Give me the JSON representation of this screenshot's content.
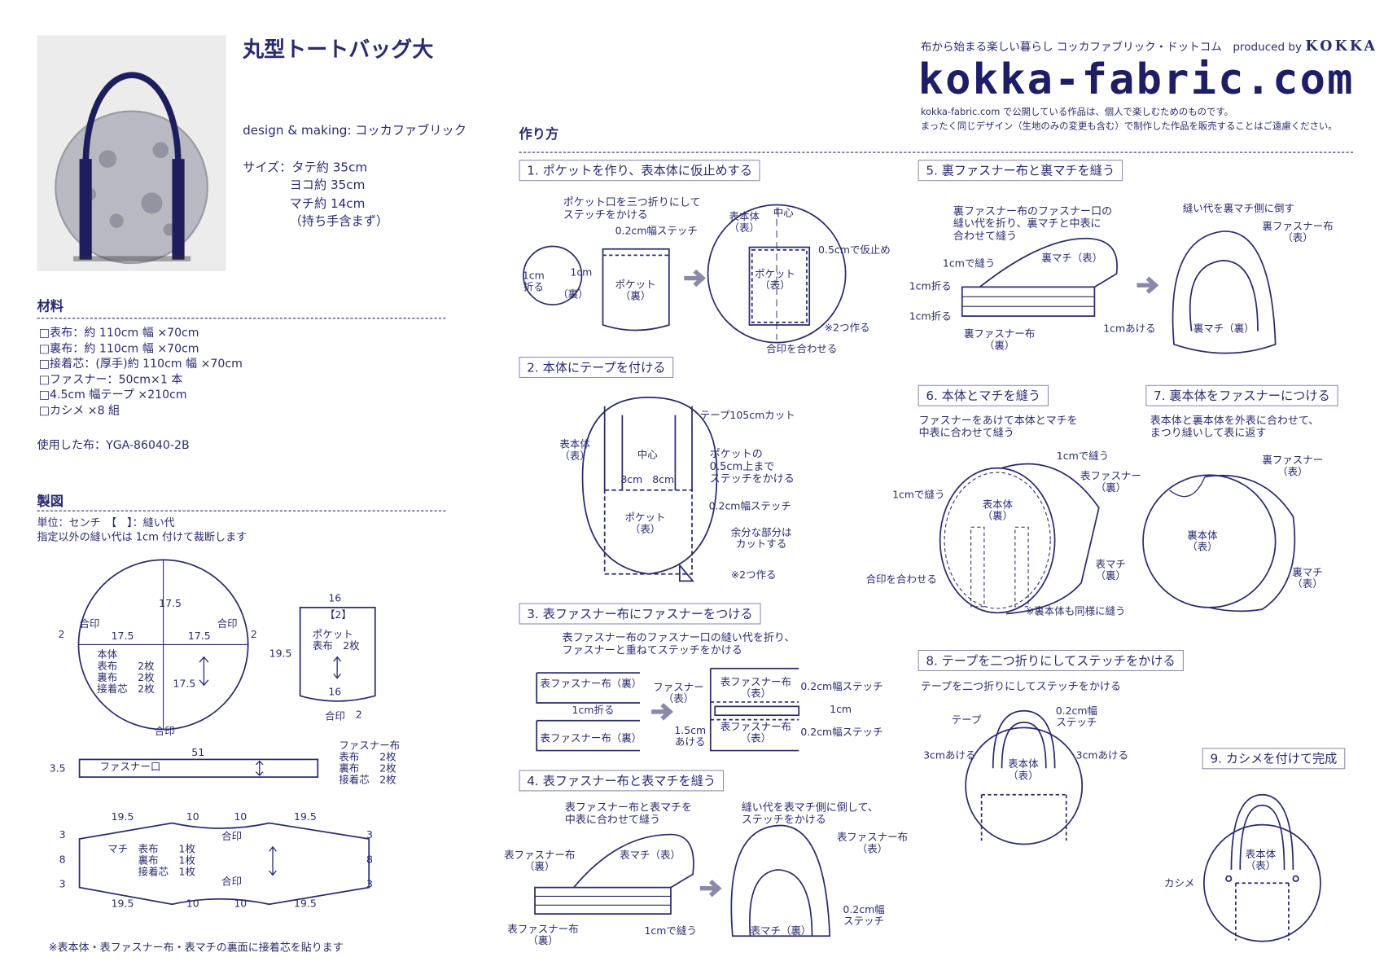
{
  "header": {
    "title": "丸型トートバッグ大",
    "design": "design & making: コッカファブリック",
    "size_lines": [
      "サイズ：タテ約 35cm",
      "ヨコ約 35cm",
      "マチ約 14cm",
      "（持ち手含まず）"
    ],
    "tagline": "布から始まる楽しい暮らし コッカファブリック・ドットコム　produced by",
    "brand": "KOKKA",
    "logo": "kokka-fabric.com",
    "notice": [
      "kokka-fabric.com で公開している作品は、個人で楽しむためのものです。",
      "まったく同じデザイン（生地のみの変更も含む）で制作した作品を販売することはご遠慮ください。"
    ]
  },
  "materials": {
    "heading": "材料",
    "items": [
      "□表布：約 110cm 幅 ×70cm",
      "□裏布：約 110cm 幅 ×70cm",
      "□接着芯：(厚手)約 110cm 幅 ×70cm",
      "□ファスナー：50cm×1 本",
      "□4.5cm 幅テープ ×210cm",
      "□カシメ ×8 組"
    ],
    "fabric_used": "使用した布：YGA-86040-2B"
  },
  "pattern": {
    "heading": "製図",
    "unit_note": "単位：センチ　【　】：縫い代",
    "allowance_note": "指定以外の縫い代は 1cm 付けて裁断します",
    "labels": [
      "17.5",
      "2",
      "合印",
      "17.5",
      "17.5",
      "合印",
      "2",
      "本体\n表布　　2枚\n裏布　　2枚\n接着芯　2枚",
      "17.5",
      "合印",
      "16",
      "【2】",
      "ポケット\n表布　2枚",
      "19.5",
      "16",
      "合印",
      "2",
      "51",
      "3.5",
      "ファスナー口",
      "ファスナー布\n表布　　2枚\n裏布　　2枚\n接着芯　2枚",
      "19.5",
      "10",
      "10",
      "19.5",
      "3",
      "3",
      "8",
      "8",
      "3",
      "3",
      "合印",
      "合印",
      "マチ　表布　　1枚\n　　　裏布　　1枚\n　　　接着芯　1枚",
      "19.5",
      "10",
      "10",
      "19.5"
    ],
    "footnote": "※表本体・表ファスナー布・表マチの裏面に接着芯を貼ります"
  },
  "instructions": {
    "heading": "作り方",
    "steps": [
      {
        "title": "1. ポケットを作り、表本体に仮止めする",
        "labels": [
          "ポケット口を三つ折りにして\nステッチをかける",
          "0.2cm幅ステッチ",
          "1cm\n折る",
          "1cm",
          "（裏）",
          "ポケット\n（裏）",
          "表本体\n（表）",
          "中心",
          "0.5cmで仮止め",
          "ポケット\n（表）",
          "※2つ作る",
          "合印を合わせる"
        ]
      },
      {
        "title": "2. 本体にテープを付ける",
        "labels": [
          "テープ105cmカット",
          "表本体\n（表）",
          "中心",
          "ポケットの\n0.5cm上まで\nステッチをかける",
          "8cm",
          "8cm",
          "ポケット\n（表）",
          "0.2cm幅ステッチ",
          "余分な部分は\nカットする",
          "※2つ作る"
        ]
      },
      {
        "title": "3. 表ファスナー布にファスナーをつける",
        "labels": [
          "表ファスナー布のファスナー口の縫い代を折り、\nファスナーと重ねてステッチをかける",
          "表ファスナー布（裏）",
          "1cm折る",
          "表ファスナー布（裏）",
          "ファスナー\n（表）",
          "表ファスナー布\n（表）",
          "0.2cm幅ステッチ",
          "1cm",
          "1.5cm\nあける",
          "表ファスナー布\n（表）",
          "0.2cm幅ステッチ"
        ]
      },
      {
        "title": "4. 表ファスナー布と表マチを縫う",
        "labels": [
          "表ファスナー布と表マチを\n中表に合わせて縫う",
          "表ファスナー布\n（裏）",
          "表マチ（表）",
          "表ファスナー布\n（裏）",
          "1cmで縫う",
          "縫い代を表マチ側に倒して、\nステッチをかける",
          "表ファスナー布\n（表）",
          "0.2cm幅\nステッチ",
          "表マチ（裏）"
        ]
      },
      {
        "title": "5. 裏ファスナー布と裏マチを縫う",
        "labels": [
          "裏ファスナー布のファスナー口の\n縫い代を折り、裏マチと中表に\n合わせて縫う",
          "裏マチ（表）",
          "1cmで縫う",
          "1cm折る",
          "1cm折る",
          "裏ファスナー布\n（裏）",
          "1cmあける",
          "縫い代を裏マチ側に倒す",
          "裏ファスナー布\n（表）",
          "裏マチ（裏）"
        ]
      },
      {
        "title": "6. 本体とマチを縫う",
        "labels": [
          "ファスナーをあけて本体とマチを\n中表に合わせて縫う",
          "1cmで縫う",
          "表ファスナー\n（裏）",
          "1cmで縫う",
          "表本体\n（裏）",
          "合印を合わせる",
          "表マチ\n（裏）",
          "※裏本体も同様に縫う"
        ]
      },
      {
        "title": "7. 裏本体をファスナーにつける",
        "labels": [
          "表本体と裏本体を外表に合わせて、\nまつり縫いして表に返す",
          "裏ファスナー\n（表）",
          "裏本体\n（表）",
          "裏マチ\n（表）"
        ]
      },
      {
        "title": "8. テープを二つ折りにしてステッチをかける",
        "labels": [
          "テープを二つ折りにしてステッチをかける",
          "テープ",
          "0.2cm幅\nステッチ",
          "3cmあける",
          "3cmあける",
          "表本体\n（表）"
        ]
      },
      {
        "title": "9. カシメを付けて完成",
        "labels": [
          "表本体\n（表）",
          "カシメ"
        ]
      }
    ]
  },
  "colors": {
    "ink": "#2b2b6e",
    "logo": "#1e1e66",
    "box_border": "#8d8db5",
    "arrow": "#8a8aa8"
  }
}
